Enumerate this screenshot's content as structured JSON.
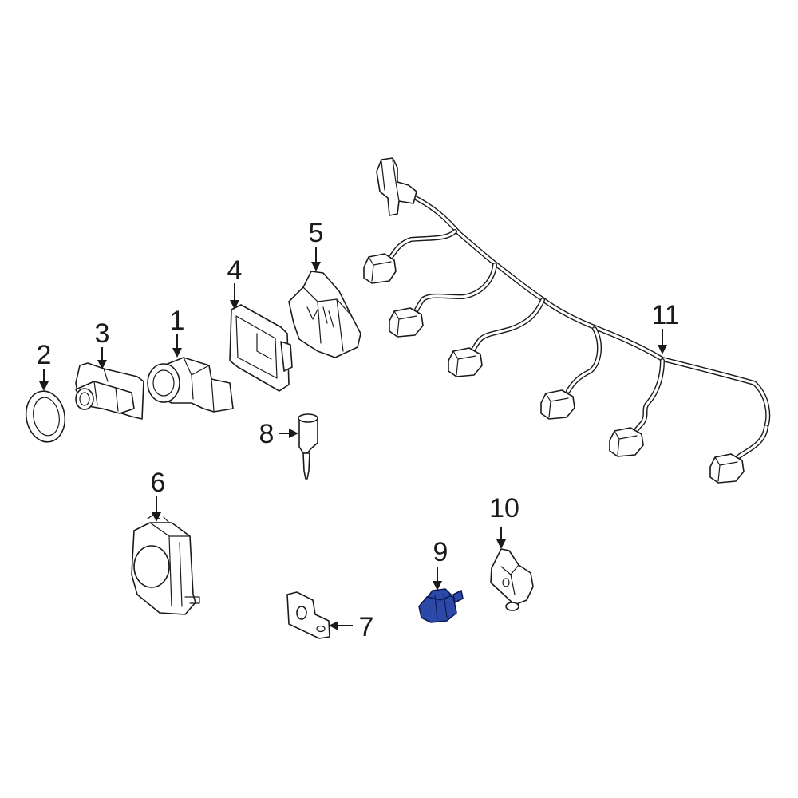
{
  "diagram": {
    "callouts": [
      {
        "id": "1",
        "label": "1"
      },
      {
        "id": "2",
        "label": "2"
      },
      {
        "id": "3",
        "label": "3"
      },
      {
        "id": "4",
        "label": "4"
      },
      {
        "id": "5",
        "label": "5"
      },
      {
        "id": "6",
        "label": "6"
      },
      {
        "id": "7",
        "label": "7"
      },
      {
        "id": "8",
        "label": "8"
      },
      {
        "id": "9",
        "label": "9"
      },
      {
        "id": "10",
        "label": "10"
      },
      {
        "id": "11",
        "label": "11"
      }
    ],
    "highlighted_part": "9",
    "colors": {
      "line": "#1a1a1a",
      "highlight_fill": "#2d49a8",
      "highlight_stroke": "#0d1a55",
      "background": "#ffffff"
    }
  }
}
